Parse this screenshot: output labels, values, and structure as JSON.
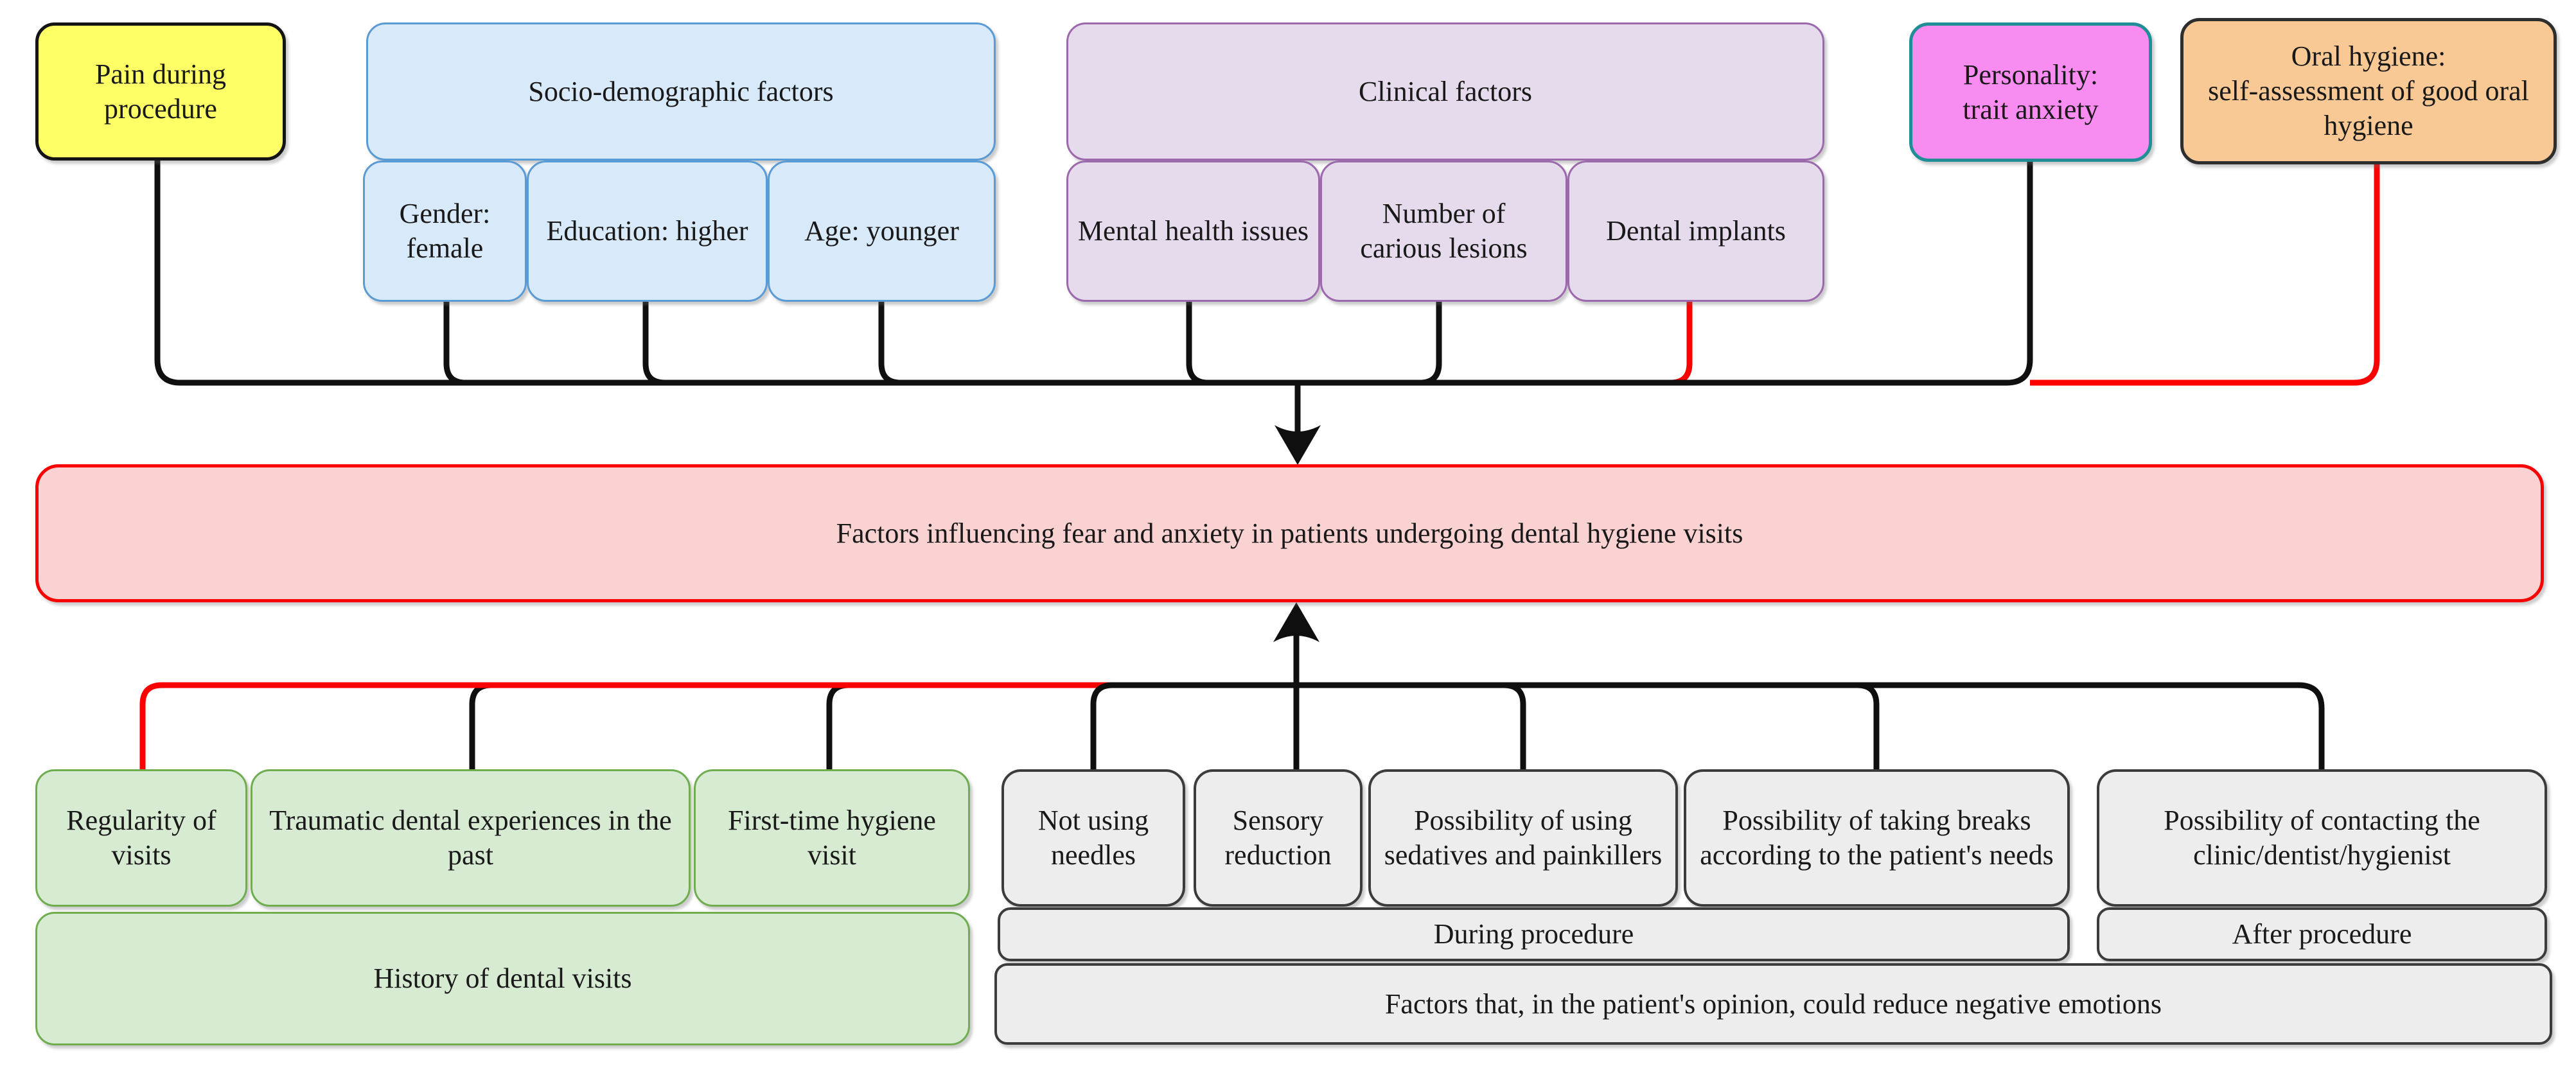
{
  "colors": {
    "yellow_fill": "#FEFF66",
    "yellow_border": "#141414",
    "blue_fill": "#D8E9F9",
    "blue_border": "#5B9BD5",
    "purple_fill": "#E5DBEC",
    "purple_border": "#9C69AC",
    "magenta_fill": "#F88CF1",
    "magenta_border": "#208E96",
    "orange_fill": "#F9C995",
    "orange_border": "#2E2E2E",
    "center_fill": "#FBD2D2",
    "center_border": "#FA0000",
    "green_fill": "#D7EAD2",
    "green_border": "#6FAD51",
    "gray_fill": "#EDEDED",
    "gray_border": "#3C3C3C",
    "line_black": "#0F0F0F",
    "line_red": "#FA0000",
    "text": "#191919"
  },
  "top_row": {
    "pain": "Pain during procedure",
    "socio_header": "Socio-demographic factors",
    "socio_items": [
      "Gender: female",
      "Education: higher",
      "Age: younger"
    ],
    "clinical_header": "Clinical factors",
    "clinical_items": [
      "Mental health issues",
      "Number of\ncarious lesions",
      "Dental implants"
    ],
    "personality": "Personality:\ntrait anxiety",
    "oral": "Oral hygiene:\nself-assessment of good oral\nhygiene"
  },
  "center": {
    "label": "Factors influencing fear and anxiety in patients undergoing dental hygiene visits"
  },
  "bottom_left": {
    "items": [
      "Regularity of visits",
      "Traumatic dental experiences in the past",
      "First-time hygiene visit"
    ],
    "footer": "History of dental visits"
  },
  "bottom_right": {
    "items": [
      "Not using needles",
      "Sensory reduction",
      "Possibility of using sedatives and painkillers",
      "Possibility of taking breaks according to the patient's needs",
      "Possibility of contacting the clinic/dentist/hygienist"
    ],
    "during": "During procedure",
    "after": "After procedure",
    "footer": "Factors that, in the patient's opinion, could reduce negative emotions"
  }
}
